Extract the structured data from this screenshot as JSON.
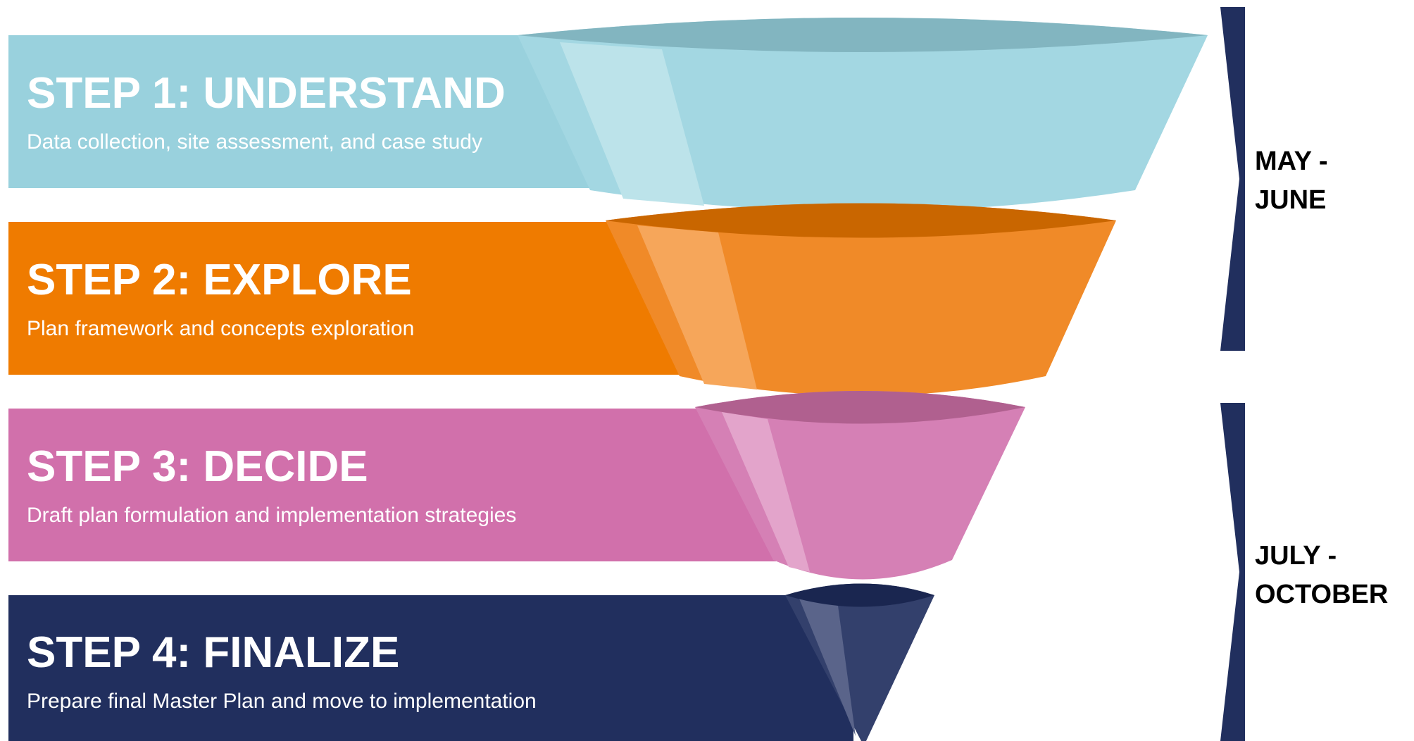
{
  "steps": [
    {
      "title": "STEP 1: UNDERSTAND",
      "description": "Data collection, site assessment, and case study",
      "color": "#99d1dd",
      "funnel_face": "#a3d7e2",
      "funnel_highlight": "#bce3ea",
      "funnel_rim": "#82b5c0"
    },
    {
      "title": "STEP 2: EXPLORE",
      "description": "Plan framework and concepts exploration",
      "color": "#ef7b00",
      "funnel_face": "#f08a28",
      "funnel_highlight": "#f6a65a",
      "funnel_rim": "#c96600"
    },
    {
      "title": "STEP 3: DECIDE",
      "description": "Draft plan formulation and implementation strategies",
      "color": "#d170ab",
      "funnel_face": "#d580b5",
      "funnel_highlight": "#e3a4cb",
      "funnel_rim": "#b0608f"
    },
    {
      "title": "STEP 4: FINALIZE",
      "description": "Prepare final Master Plan and move to implementation",
      "color": "#212f5e",
      "funnel_face": "#33406c",
      "funnel_highlight": "#5a648a",
      "funnel_rim": "#1a2650"
    }
  ],
  "phases": [
    {
      "line1": "MAY -",
      "line2": "JUNE",
      "color": "#212f5e"
    },
    {
      "line1": "JULY -",
      "line2": "OCTOBER",
      "color": "#212f5e"
    }
  ]
}
